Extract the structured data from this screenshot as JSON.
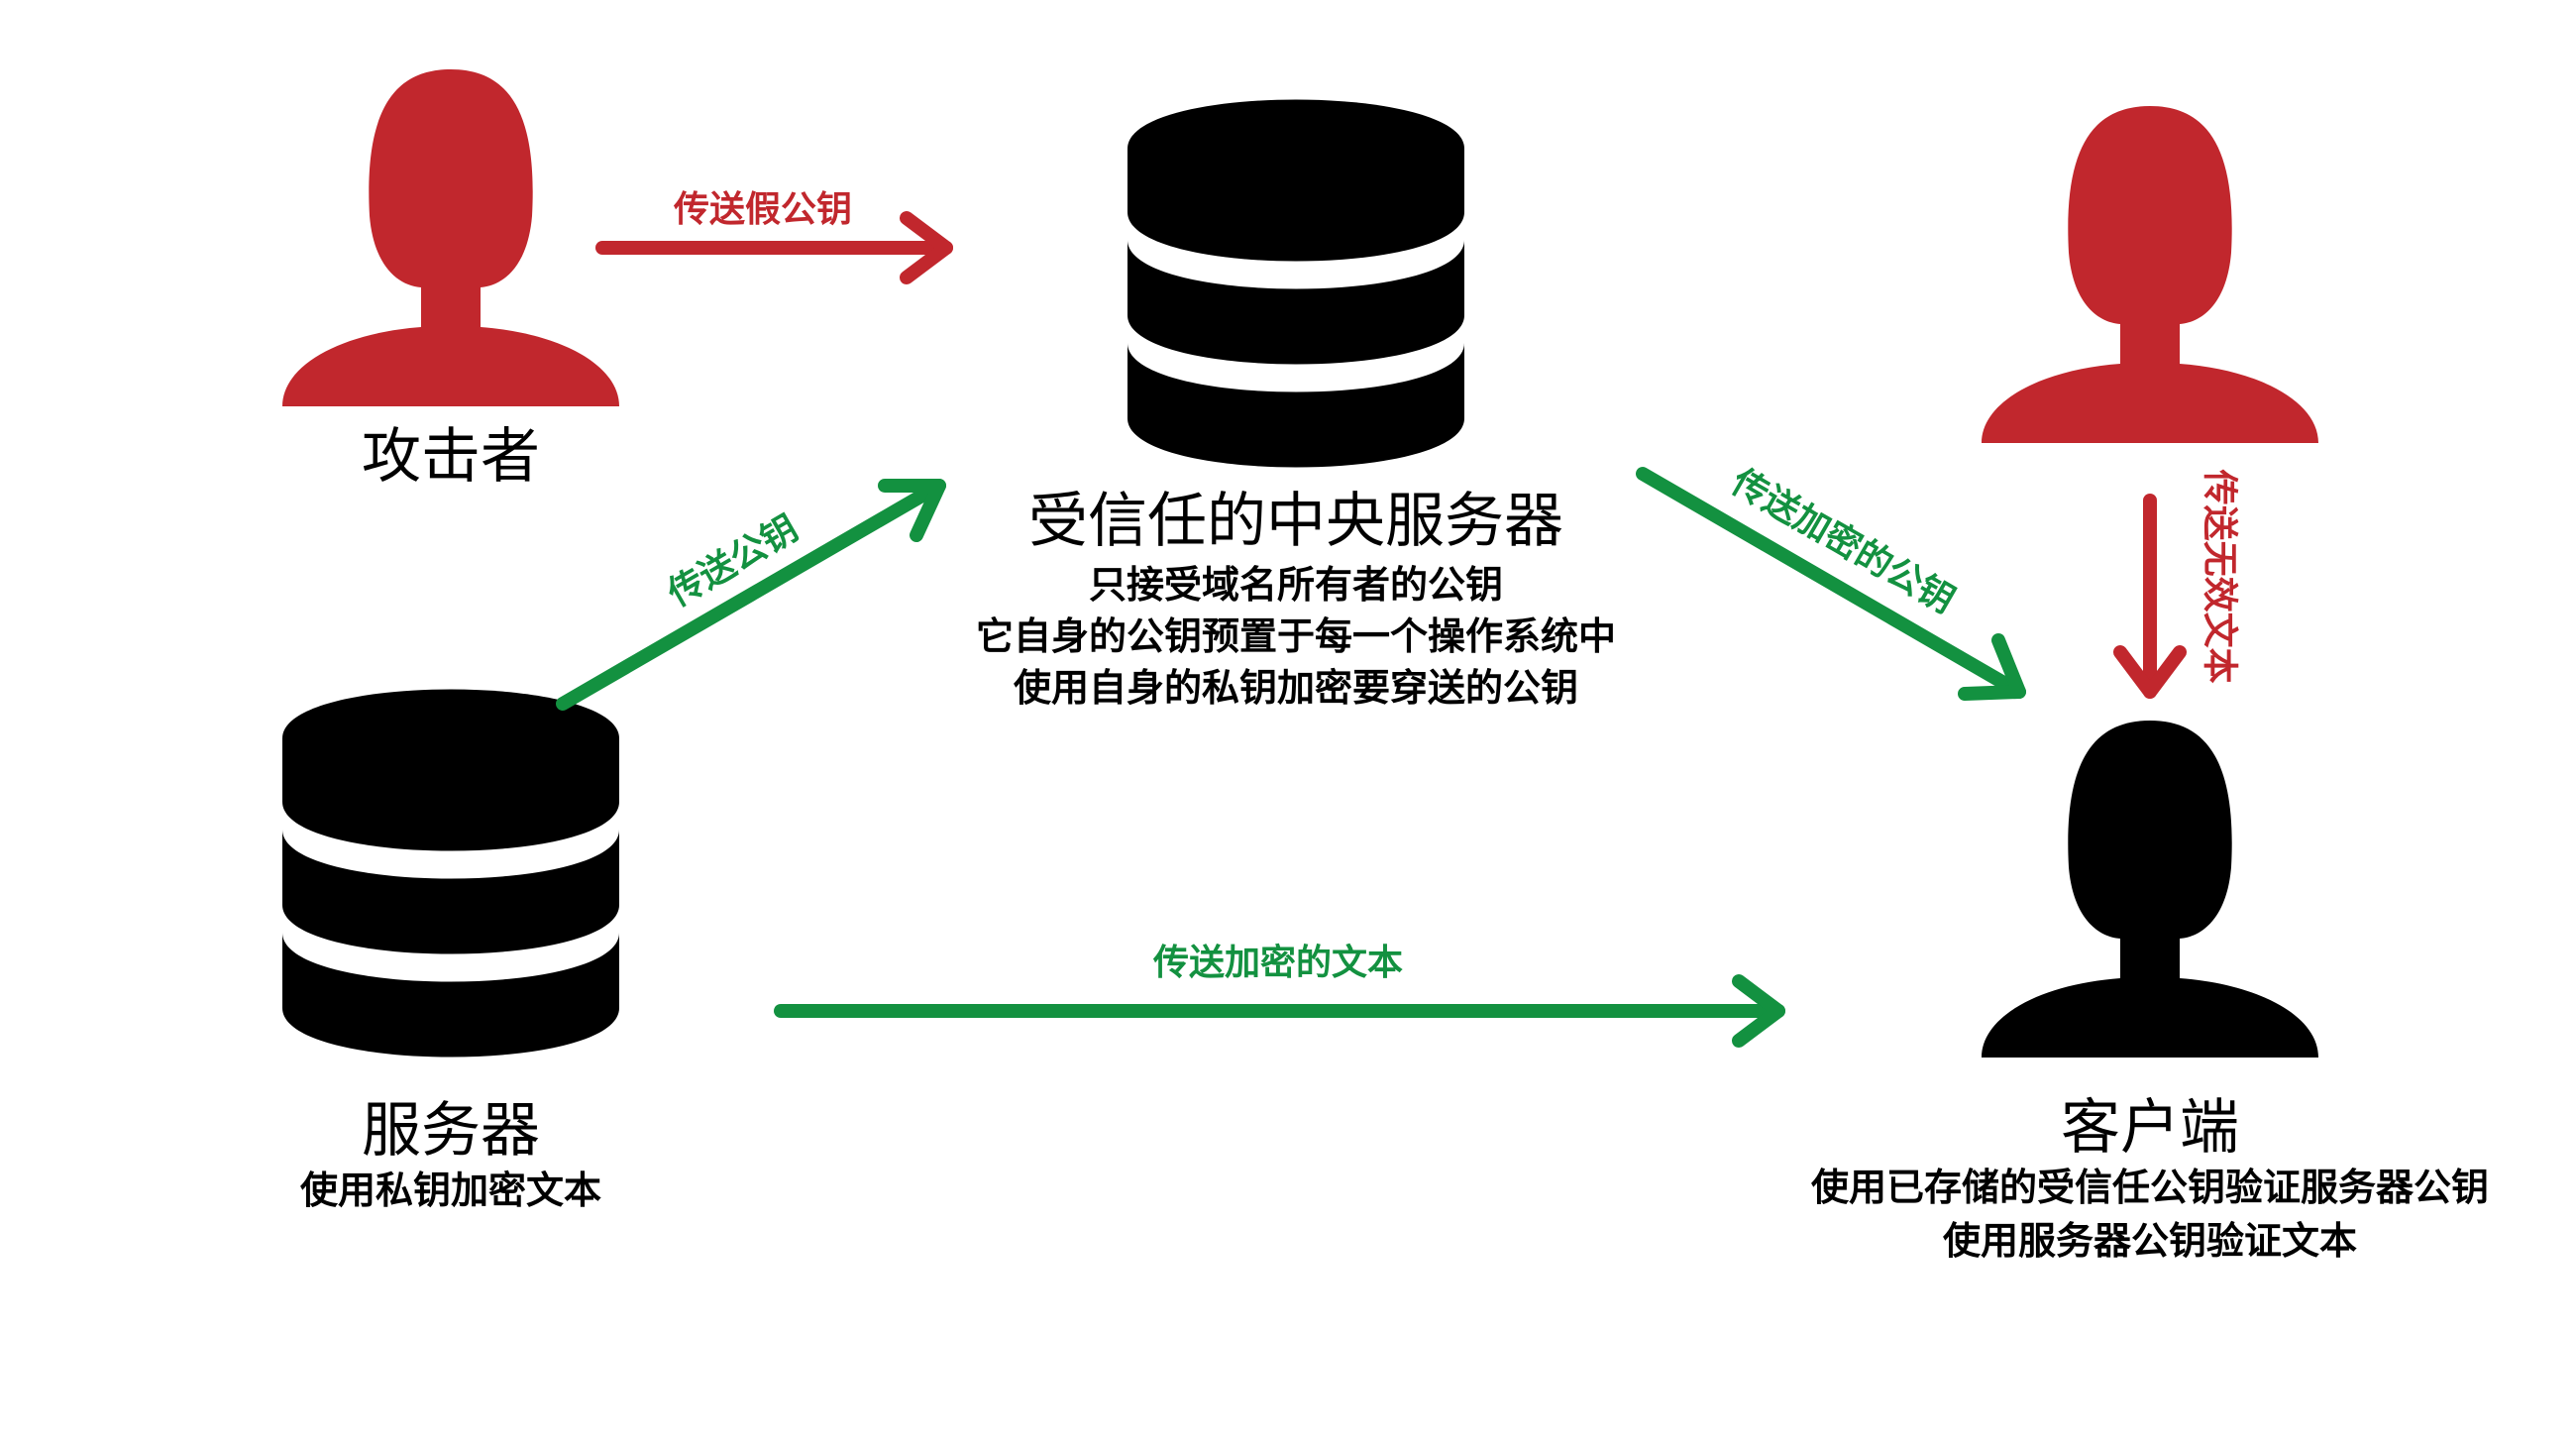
{
  "colors": {
    "red": "#c1272d",
    "green": "#139140",
    "black": "#000000"
  },
  "nodes": {
    "attacker": {
      "title": "攻击者",
      "icon": "person-icon"
    },
    "central_server": {
      "title": "受信任的中央服务器",
      "notes": [
        "只接受域名所有者的公钥",
        "它自身的公钥预置于每一个操作系统中",
        "使用自身的私钥加密要穿送的公钥"
      ],
      "icon": "database-icon"
    },
    "attacker2": {
      "icon": "person-icon"
    },
    "server": {
      "title": "服务器",
      "notes": [
        "使用私钥加密文本"
      ],
      "icon": "database-icon"
    },
    "client": {
      "title": "客户端",
      "notes": [
        "使用已存储的受信任公钥验证服务器公钥",
        "使用服务器公钥验证文本"
      ],
      "icon": "person-icon"
    }
  },
  "edges": {
    "fake_key": {
      "label": "传送假公钥",
      "color": "red"
    },
    "send_key": {
      "label": "传送公钥",
      "color": "green"
    },
    "encrypted_key": {
      "label": "传送加密的公钥",
      "color": "green"
    },
    "invalid_text": {
      "label": "传送无效文本",
      "color": "red"
    },
    "encrypted_text": {
      "label": "传送加密的文本",
      "color": "green"
    }
  }
}
